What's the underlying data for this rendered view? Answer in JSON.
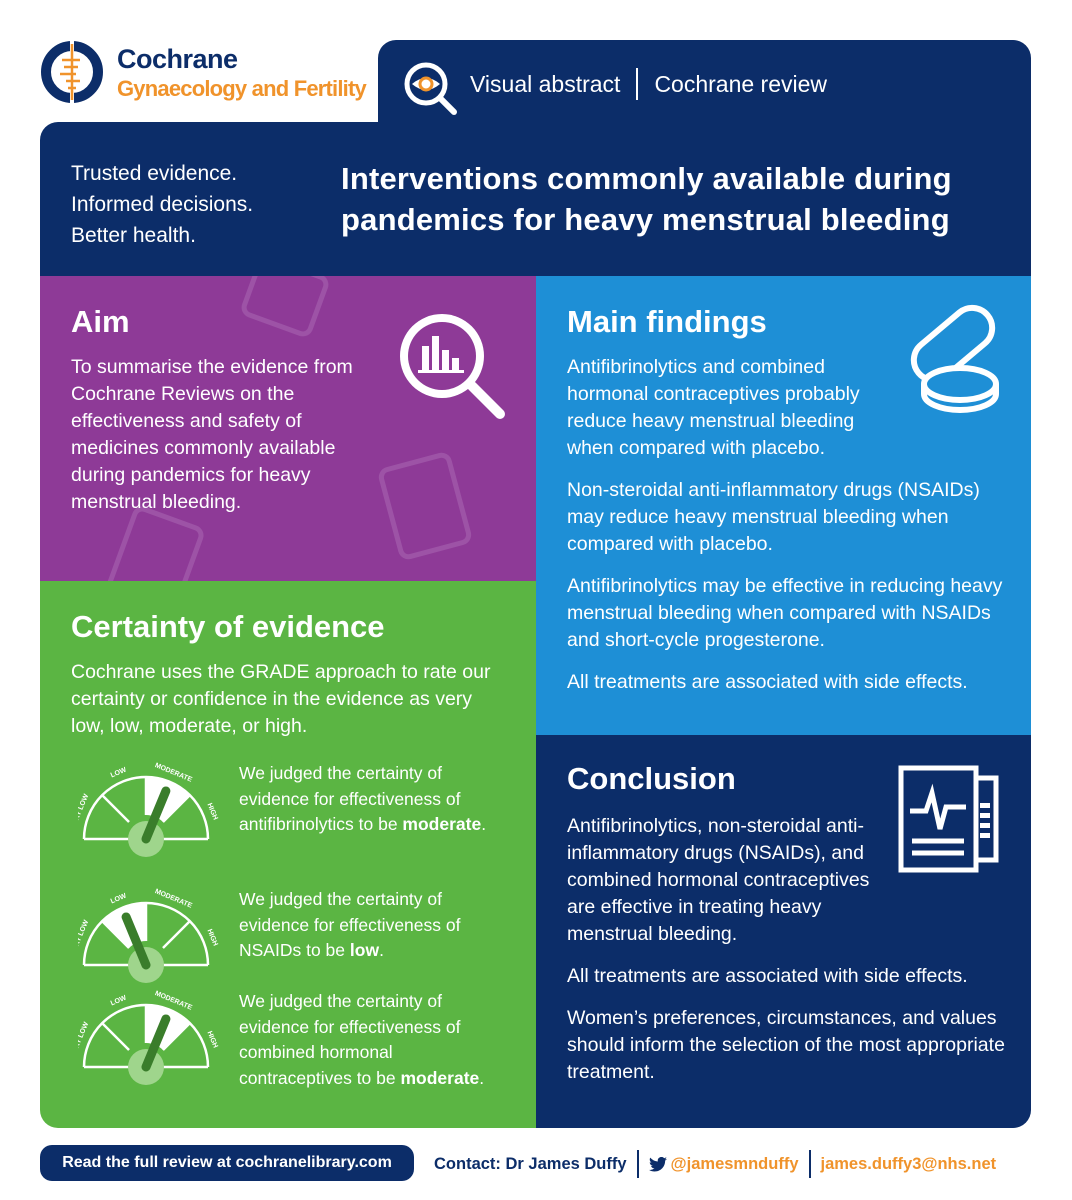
{
  "logo": {
    "name": "Cochrane",
    "subtitle": "Gynaecology and Fertility"
  },
  "tab": {
    "label1": "Visual abstract",
    "label2": "Cochrane review"
  },
  "banner": {
    "tagline": [
      "Trusted evidence.",
      "Informed decisions.",
      "Better health."
    ],
    "title_line1": "Interventions commonly available during",
    "title_line2": "pandemics for heavy menstrual bleeding"
  },
  "aim": {
    "heading": "Aim",
    "text": "To summarise the evidence from Cochrane Reviews on the effectiveness and safety of medicines commonly available during pandemics for heavy menstrual bleeding."
  },
  "findings": {
    "heading": "Main findings",
    "paragraphs": [
      "Antifibrinolytics and combined hormonal contraceptives probably reduce heavy menstrual bleeding when compared with placebo.",
      "Non-steroidal anti-inflammatory drugs (NSAIDs) may reduce heavy menstrual bleeding when compared with placebo.",
      "Antifibrinolytics may be effective in reducing heavy menstrual bleeding when compared with NSAIDs and short-cycle progesterone.",
      "All treatments are associated with side effects."
    ]
  },
  "certainty": {
    "heading": "Certainty of evidence",
    "intro": "Cochrane uses the GRADE approach to rate our certainty or confidence in the evidence as very low, low, moderate, or high.",
    "gauge_labels": [
      "VERY LOW",
      "LOW",
      "MODERATE",
      "HIGH"
    ],
    "items": [
      {
        "text": "We judged the certainty of evidence for effectiveness of antifibrinolytics to be ",
        "level": "moderate",
        "level_index": 2,
        "end": "."
      },
      {
        "text": "We judged the certainty of evidence for effectiveness of NSAIDs to be ",
        "level": "low",
        "level_index": 1,
        "end": "."
      },
      {
        "text": "We judged the certainty of evidence for effectiveness of combined hormonal contraceptives to be ",
        "level": "moderate",
        "level_index": 2,
        "end": "."
      }
    ]
  },
  "conclusion": {
    "heading": "Conclusion",
    "paragraphs": [
      "Antifibrinolytics, non-steroidal anti-inflammatory drugs (NSAIDs), and combined hormonal contraceptives are effective in treating heavy menstrual bleeding.",
      "All treatments are associated with side effects.",
      "Women’s preferences, circumstances, and values should inform the selection of the most appropriate treatment."
    ]
  },
  "footer": {
    "button": "Read the full review at cochranelibrary.com",
    "contact": "Contact: Dr James Duffy",
    "twitter": "@jamesmnduffy",
    "email": "james.duffy3@nhs.net"
  },
  "colors": {
    "navy": "#0c2d69",
    "purple": "#8e3a97",
    "blue": "#1e8fd6",
    "green": "#5bb543",
    "orange": "#f0932b"
  }
}
